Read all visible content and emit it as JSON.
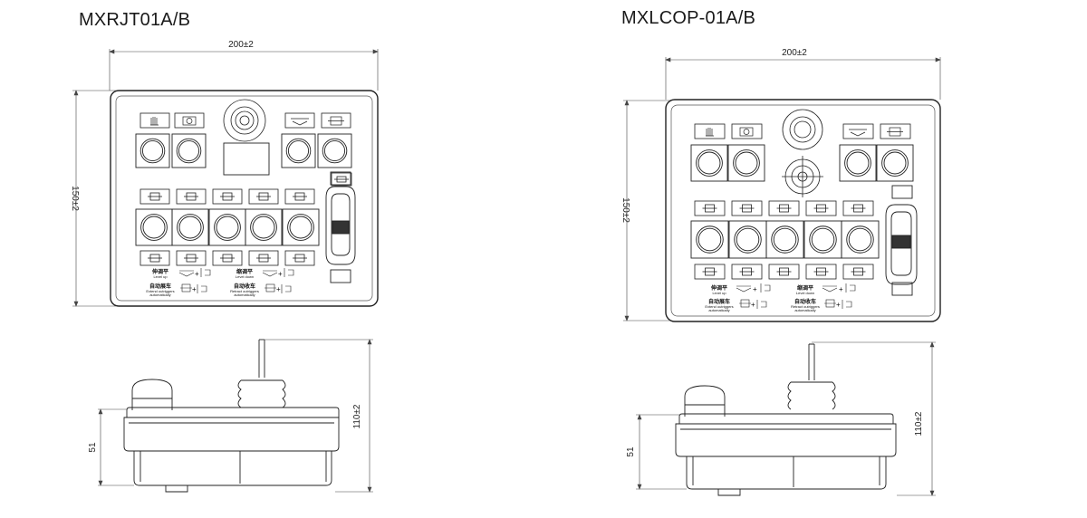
{
  "models": [
    {
      "name": "MXRJT01A/B",
      "dimensions": {
        "width": "200±2",
        "height": "150±2",
        "depth": "110±2",
        "body": "51"
      },
      "labels": {
        "level_up_cn": "伸调平",
        "level_up_en": "Level up",
        "level_down_cn": "缩调平",
        "level_down_en": "Level down",
        "extend_cn": "自动展车",
        "extend_en1": "Extend outriggers",
        "extend_en2": "automatically",
        "retract_cn": "自动收车",
        "retract_en1": "Retract outriggers",
        "retract_en2": "automatically"
      }
    },
    {
      "name": "MXLCOP-01A/B",
      "dimensions": {
        "width": "200±2",
        "height": "150±2",
        "depth": "110±2",
        "body": "51"
      },
      "labels": {
        "level_up_cn": "伸调平",
        "level_up_en": "Level up",
        "level_down_cn": "缩调平",
        "level_down_en": "Level down",
        "extend_cn": "自动展车",
        "extend_en1": "Extend outriggers",
        "extend_en2": "automatically",
        "retract_cn": "自动收车",
        "retract_en1": "Retract outriggers",
        "retract_en2": "automatically"
      }
    }
  ],
  "icons": [
    "hand-icon",
    "camera-icon",
    "emergency-stop-icon",
    "crosshair-icon",
    "joystick-icon",
    "level-icon",
    "outrigger-icon"
  ]
}
